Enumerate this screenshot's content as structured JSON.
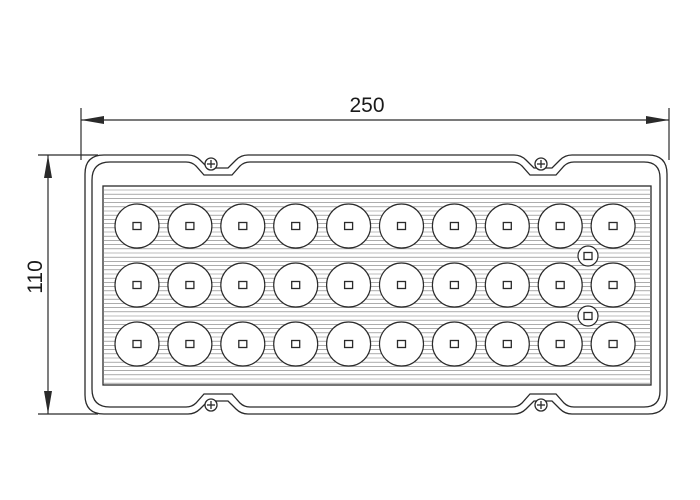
{
  "dimensions": {
    "width_label": "250",
    "height_label": "110"
  },
  "led_grid": {
    "rows": 3,
    "columns": 10
  },
  "extra_indicators": 2,
  "colors": {
    "line": "#2a2a2a",
    "background": "#ffffff"
  }
}
